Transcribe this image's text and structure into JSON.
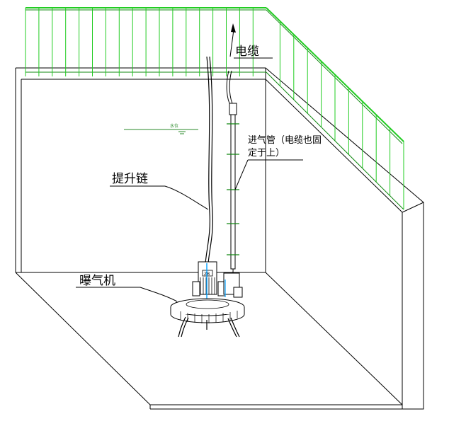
{
  "labels": {
    "cable": "电缆",
    "intake_pipe_line1": "进气管（电缆也固",
    "intake_pipe_line2": "定于上）",
    "lifting_chain": "提升链",
    "aerator": "曝气机",
    "water_level": "水位"
  },
  "colors": {
    "railing": "#22cc22",
    "railing_dark": "#118811",
    "line": "#000000",
    "machine": "#4a4a4a",
    "accent": "#00a0ff"
  }
}
